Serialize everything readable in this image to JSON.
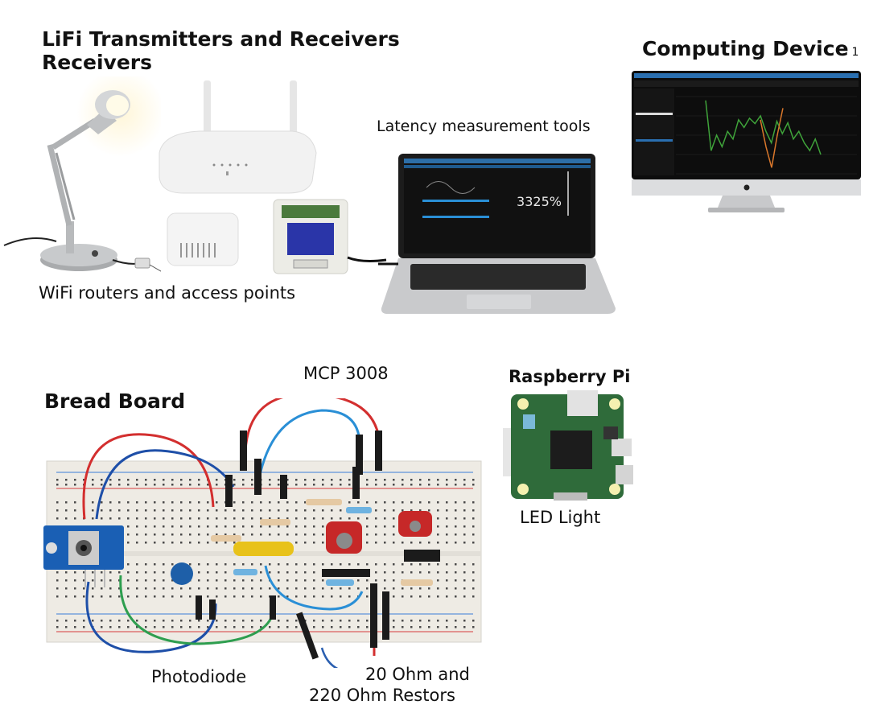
{
  "top_section": {
    "lifi_title_line1": "LiFi Transmitters and Receivers",
    "lifi_title_line2": "Receivers",
    "wifi_caption": "WiFi routers and access points",
    "latency_caption": "Latency measurement tools",
    "latency_readout": "3325%",
    "computing_title": "Computing Device",
    "computing_title_suffix": "1"
  },
  "bottom_section": {
    "breadboard_title": "Bread Board",
    "mcp_label": "MCP 3008",
    "raspberry_label": "Raspberry Pi",
    "led_label": "LED Light",
    "photodiode_label": "Photodiode",
    "resistor_label_line1": "20 Ohm and",
    "resistor_label_line2": "220 Ohm Restors"
  },
  "colors": {
    "wire_red": "#d32f2f",
    "wire_blue": "#1e4fa8",
    "wire_lightblue": "#2a8fd6",
    "wire_green": "#2e9e4f",
    "board_blue": "#1a5fb4",
    "pcb_green": "#2f6b3a",
    "chart_green": "#3fa33a",
    "chart_orange": "#d9772b"
  },
  "chart_data": {
    "type": "line",
    "title": "",
    "series": [
      {
        "name": "green",
        "values": [
          0.95,
          0.3,
          0.5,
          0.35,
          0.55,
          0.45,
          0.7,
          0.6,
          0.72,
          0.65,
          0.75,
          0.55,
          0.4,
          0.68,
          0.52,
          0.66,
          0.45,
          0.55,
          0.4,
          0.3,
          0.45,
          0.25
        ]
      },
      {
        "name": "orange",
        "values": [
          0.7,
          0.35,
          0.08,
          0.5,
          0.85
        ]
      }
    ]
  }
}
